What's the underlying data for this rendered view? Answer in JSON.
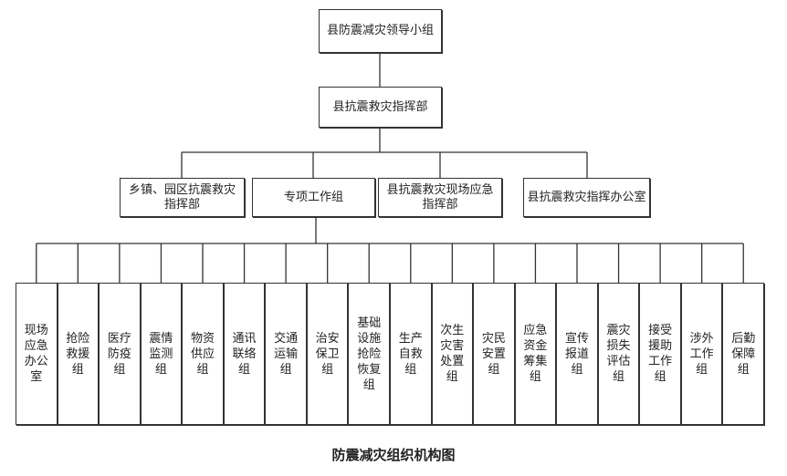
{
  "title": "防震减灾组织机构图",
  "level1": "县防震减灾领导小组",
  "level2": "县抗震救灾指挥部",
  "level3": [
    "乡镇、园区抗震救灾指挥部",
    "专项工作组",
    "县抗震救灾现场应急指挥部",
    "县抗震救灾指挥办公室"
  ],
  "groups": [
    "现场应急办公室",
    "抢险救援组",
    "医疗防疫组",
    "震情监测组",
    "物资供应组",
    "通讯联络组",
    "交通运输组",
    "治安保卫组",
    "基础设施抢险恢复组",
    "生产自救组",
    "次生灾害处置组",
    "灾民安置组",
    "应急资金筹集组",
    "宣传报道组",
    "震灾损失评估组",
    "接受援助工作组",
    "涉外工作组",
    "后勤保障组"
  ]
}
